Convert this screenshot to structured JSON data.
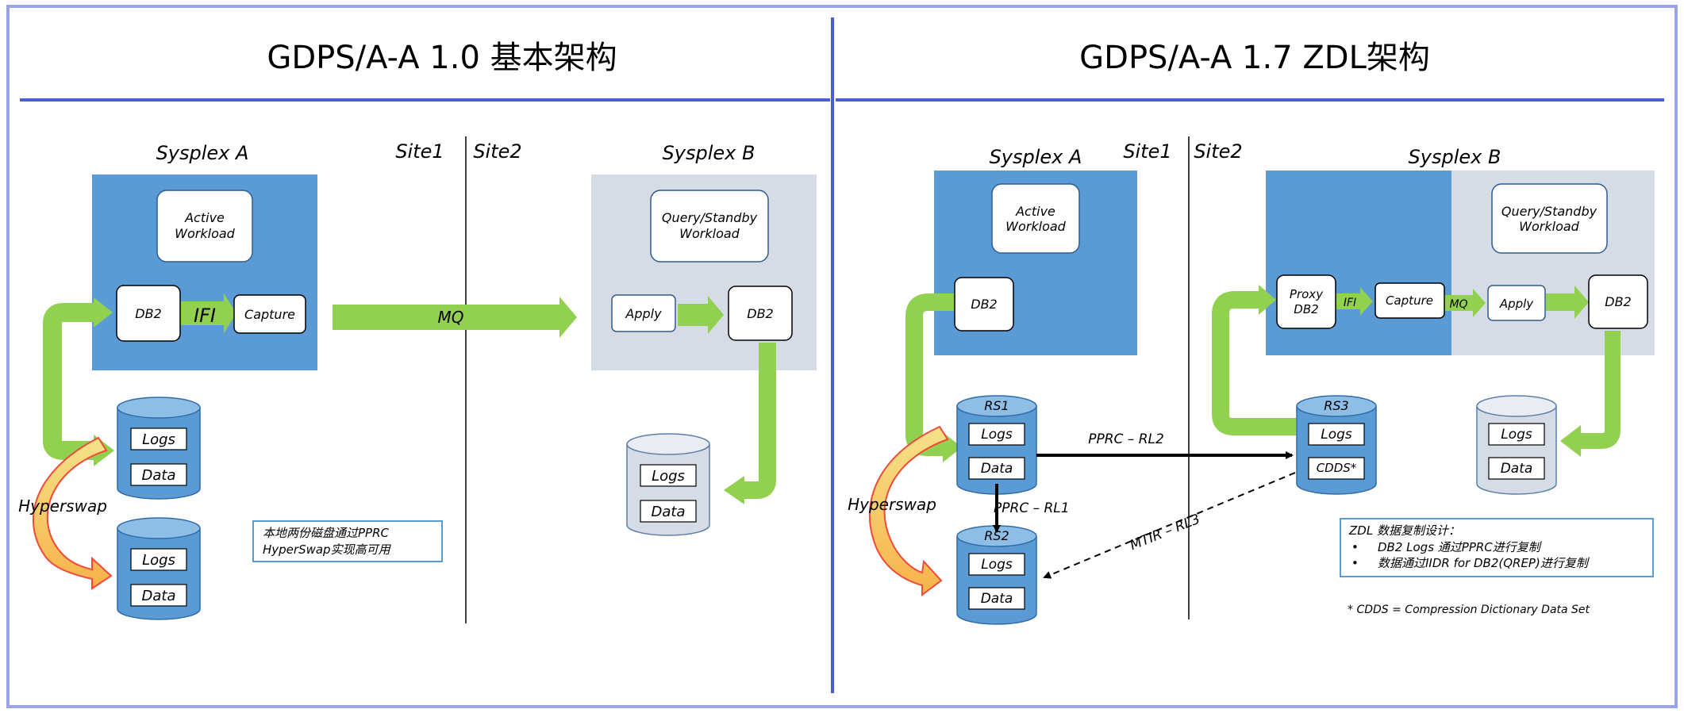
{
  "left": {
    "title": "GDPS/A-A 1.0 基本架构",
    "sysplex_a": "Sysplex A",
    "sysplex_b": "Sysplex B",
    "site1": "Site1",
    "site2": "Site2",
    "active_workload": [
      "Active",
      "Workload"
    ],
    "query_workload": [
      "Query/Standby",
      "Workload"
    ],
    "db2_a": "DB2",
    "ifi": "IFI",
    "capture": "Capture",
    "mq": "MQ",
    "apply": "Apply",
    "db2_b": "DB2",
    "logs": "Logs",
    "data": "Data",
    "hyperswap": "Hyperswap",
    "note": [
      "本地两份磁盘通过PPRC",
      "HyperSwap实现高可用"
    ]
  },
  "right": {
    "title": "GDPS/A-A 1.7 ZDL架构",
    "sysplex_a": "Sysplex A",
    "sysplex_b": "Sysplex B",
    "site1": "Site1",
    "site2": "Site2",
    "active_workload": [
      "Active",
      "Workload"
    ],
    "query_workload": [
      "Query/Standby",
      "Workload"
    ],
    "db2_a": "DB2",
    "proxy_db2": [
      "Proxy",
      "DB2"
    ],
    "ifi": "IFI",
    "capture": "Capture",
    "mq": "MQ",
    "apply": "Apply",
    "db2_b": "DB2",
    "rs1": "RS1",
    "rs2": "RS2",
    "rs3": "RS3",
    "logs": "Logs",
    "data": "Data",
    "cdds": "CDDS*",
    "pprc_rl2": "PPRC – RL2",
    "pprc_rl1": "PPRC – RL1",
    "mtir_rl3": "MTIR – RL3",
    "hyperswap": "Hyperswap",
    "note_title": "ZDL 数据复制设计：",
    "note_items": [
      "DB2 Logs 通过PPRC进行复制",
      "数据通过IIDR for DB2(QREP)进行复制"
    ],
    "footnote": "* CDDS = Compression Dictionary Data Set"
  },
  "colors": {
    "frame": "#9aa2e8",
    "divider": "#4a5cd6",
    "sysplex_blue": "#5b9bd5",
    "sysplex_grey": "#d6dce5",
    "arrow_green": "#92d050",
    "disk_blue": "#5b9bd5",
    "disk_grey": "#d6dce5",
    "hyperswap_fill": "#f8c75a",
    "hyperswap_stroke": "#ef4a3a",
    "note_border": "#5b9bd5"
  }
}
